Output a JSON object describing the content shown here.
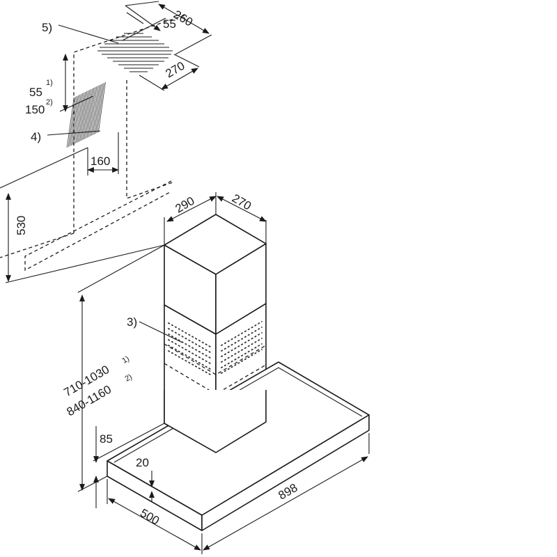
{
  "callouts": {
    "c5": "5)",
    "c4": "4)",
    "c3": "3)"
  },
  "dimensions": {
    "d260": "260",
    "d55_top": "55",
    "d270_top": "270",
    "d55": "55",
    "d55_sup": "1)",
    "d150": "150",
    "d150_sup": "2)",
    "d160": "160",
    "d530": "530",
    "d290": "290",
    "d270": "270",
    "d710": "710-1030",
    "d710_sup": "1)",
    "d840": "840-1160",
    "d840_sup": "2)",
    "d85": "85",
    "d20": "20",
    "d500": "500",
    "d898": "898"
  }
}
